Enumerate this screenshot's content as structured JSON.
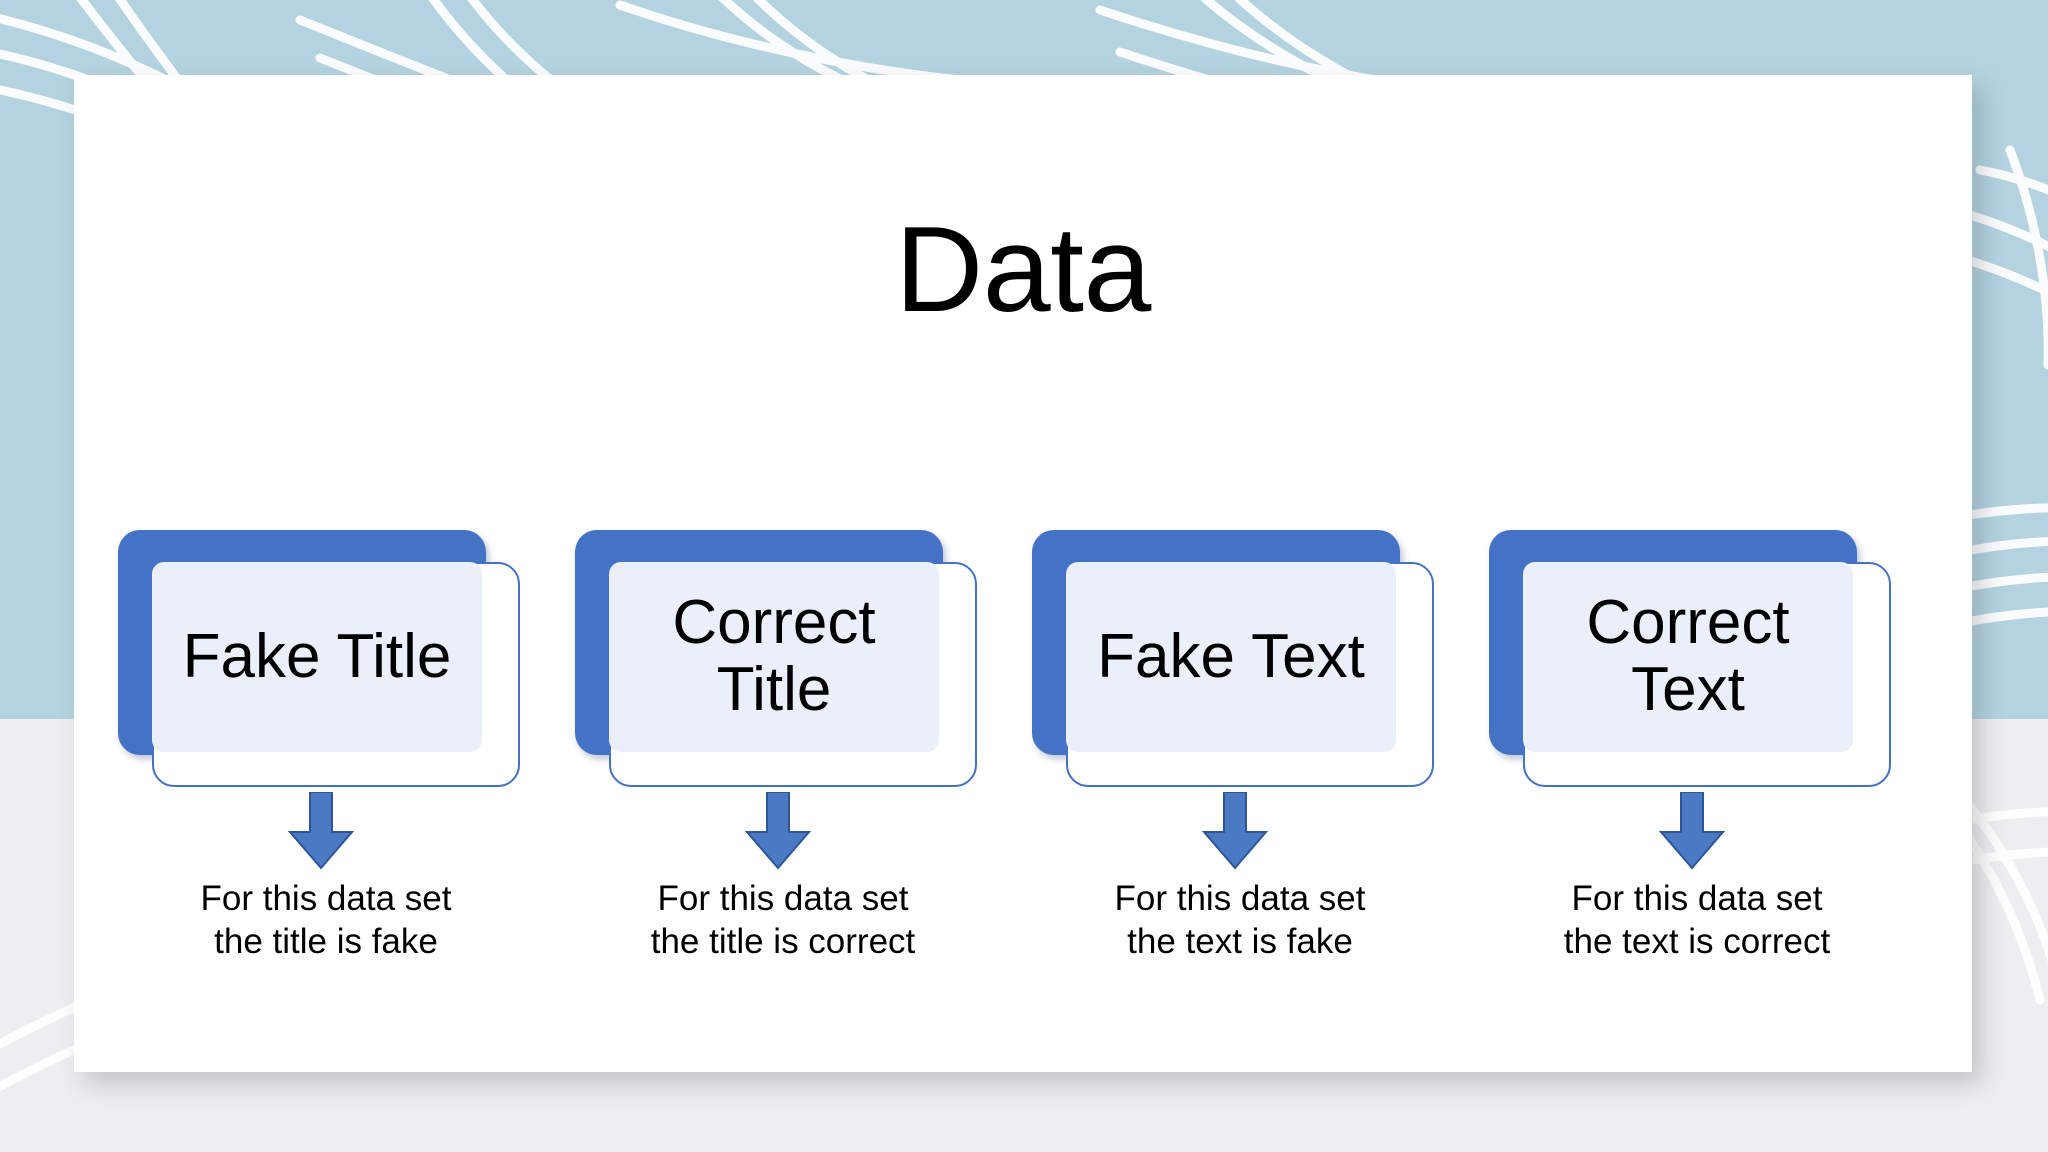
{
  "slide": {
    "title": "Data",
    "background": {
      "band_color": "#b3d3e0",
      "lower_color": "#eeeef0",
      "motif": "leaf-branch-pattern"
    },
    "panel_color": "#ffffff"
  },
  "theme": {
    "accent_blue": "#4472c4",
    "card_inner_fill": "#eaeff9",
    "card_outline": "#4472c4",
    "text_color": "#000000"
  },
  "cards": [
    {
      "label": "Fake Title",
      "caption_line1": "For this data set",
      "caption_line2": "the title is fake",
      "arrow": "down-arrow-icon"
    },
    {
      "label": "Correct Title",
      "caption_line1": "For this data set",
      "caption_line2": "the title is correct",
      "arrow": "down-arrow-icon"
    },
    {
      "label": "Fake Text",
      "caption_line1": "For this data set",
      "caption_line2": "the text is fake",
      "arrow": "down-arrow-icon"
    },
    {
      "label": "Correct Text",
      "caption_line1": "For this data set",
      "caption_line2": "the text is correct",
      "arrow": "down-arrow-icon"
    }
  ]
}
